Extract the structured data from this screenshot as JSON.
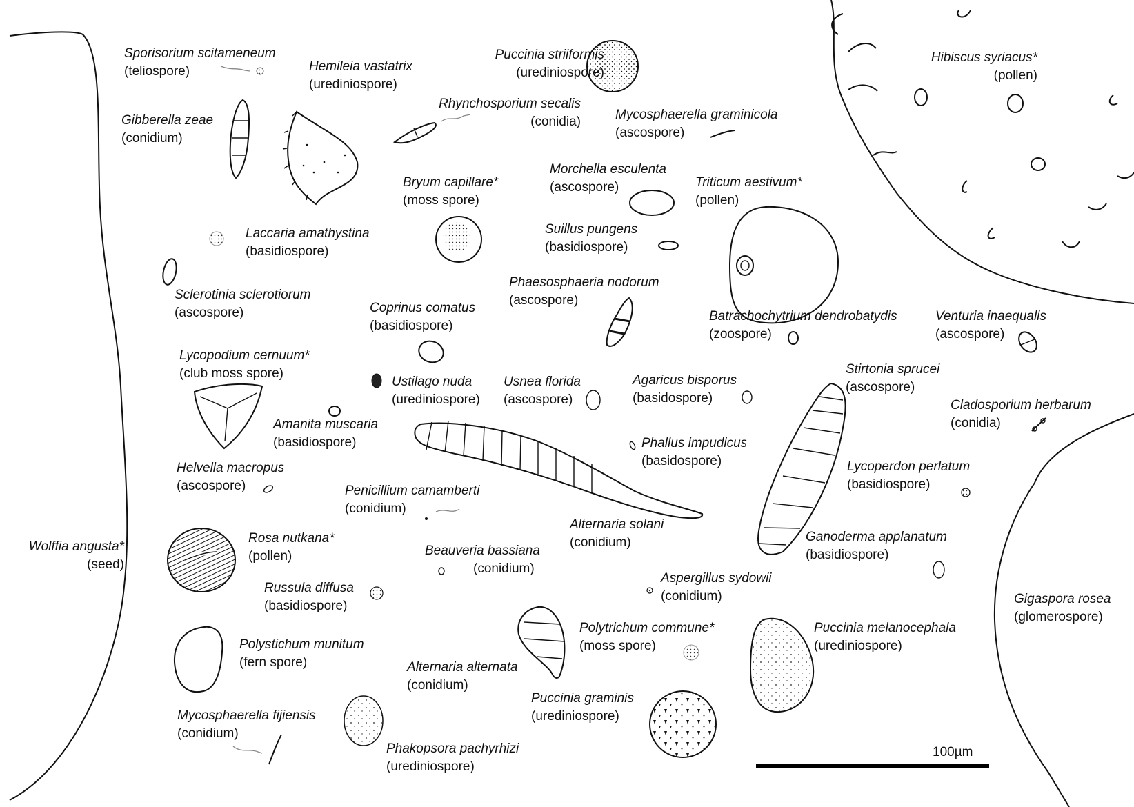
{
  "figure": {
    "scale_bar_label": "100µm"
  },
  "labels": [
    {
      "id": "sporisorium",
      "species": "Sporisorium scitameneum",
      "type": "(teliospore)"
    },
    {
      "id": "hemileia",
      "species": "Hemileia vastatrix",
      "type": "(urediniospore)"
    },
    {
      "id": "puccinia-striiformis",
      "species": "Puccinia striiformis",
      "type": "(urediniospore)"
    },
    {
      "id": "hibiscus",
      "species": "Hibiscus syriacus*",
      "type": "(pollen)"
    },
    {
      "id": "gibberella",
      "species": "Gibberella zeae",
      "type": "(conidium)"
    },
    {
      "id": "rhynchosporium",
      "species": "Rhynchosporium secalis",
      "type": "(conidia)"
    },
    {
      "id": "mycosphaerella-graminicola",
      "species": "Mycosphaerella graminicola",
      "type": "(ascospore)"
    },
    {
      "id": "bryum",
      "species": "Bryum capillare*",
      "type": "(moss spore)"
    },
    {
      "id": "morchella",
      "species": "Morchella esculenta",
      "type": "(ascospore)"
    },
    {
      "id": "triticum",
      "species": "Triticum aestivum*",
      "type": "(pollen)"
    },
    {
      "id": "laccaria",
      "species": "Laccaria amathystina",
      "type": "(basidiospore)"
    },
    {
      "id": "suillus",
      "species": "Suillus pungens",
      "type": "(basidiospore)"
    },
    {
      "id": "sclerotinia",
      "species": "Sclerotinia sclerotiorum",
      "type": "(ascospore)"
    },
    {
      "id": "phaesosphaeria",
      "species": "Phaesosphaeria nodorum",
      "type": "(ascospore)"
    },
    {
      "id": "coprinus",
      "species": "Coprinus comatus",
      "type": "(basidiospore)"
    },
    {
      "id": "batrachochytrium",
      "species": "Batrachochytrium dendrobatydis",
      "type": "(zoospore)"
    },
    {
      "id": "venturia",
      "species": "Venturia inaequalis",
      "type": "(ascospore)"
    },
    {
      "id": "lycopodium",
      "species": "Lycopodium cernuum*",
      "type": "(club moss spore)"
    },
    {
      "id": "ustilago",
      "species": "Ustilago nuda",
      "type": "(urediniospore)"
    },
    {
      "id": "usnea",
      "species": "Usnea florida",
      "type": "(ascospore)"
    },
    {
      "id": "agaricus",
      "species": "Agaricus bisporus",
      "type": "(basidospore)"
    },
    {
      "id": "stirtonia",
      "species": "Stirtonia sprucei",
      "type": "(ascospore)"
    },
    {
      "id": "cladosporium",
      "species": "Cladosporium herbarum",
      "type": "(conidia)"
    },
    {
      "id": "amanita",
      "species": "Amanita muscaria",
      "type": "(basidiospore)"
    },
    {
      "id": "phallus",
      "species": "Phallus impudicus",
      "type": "(basidospore)"
    },
    {
      "id": "helvella",
      "species": "Helvella macropus",
      "type": "(ascospore)"
    },
    {
      "id": "lycoperdon",
      "species": "Lycoperdon perlatum",
      "type": "(basidiospore)"
    },
    {
      "id": "penicillium",
      "species": "Penicillium camamberti",
      "type": "(conidium)"
    },
    {
      "id": "alternaria-solani",
      "species": "Alternaria solani",
      "type": "(conidium)"
    },
    {
      "id": "wolffia",
      "species": "Wolffia angusta*",
      "type": "(seed)"
    },
    {
      "id": "rosa",
      "species": "Rosa nutkana*",
      "type": "(pollen)"
    },
    {
      "id": "beauveria",
      "species": "Beauveria bassiana",
      "type": "(conidium)"
    },
    {
      "id": "ganoderma",
      "species": "Ganoderma applanatum",
      "type": "(basidiospore)"
    },
    {
      "id": "aspergillus",
      "species": "Aspergillus sydowii",
      "type": "(conidium)"
    },
    {
      "id": "russula",
      "species": "Russula diffusa",
      "type": "(basidiospore)"
    },
    {
      "id": "gigaspora",
      "species": "Gigaspora rosea",
      "type": "(glomerospore)"
    },
    {
      "id": "polytrichum",
      "species": "Polytrichum commune*",
      "type": "(moss spore)"
    },
    {
      "id": "puccinia-melanocephala",
      "species": "Puccinia melanocephala",
      "type": "(urediniospore)"
    },
    {
      "id": "polystichum",
      "species": "Polystichum munitum",
      "type": "(fern spore)"
    },
    {
      "id": "alternaria-alternata",
      "species": "Alternaria alternata",
      "type": "(conidium)"
    },
    {
      "id": "mycosphaerella-fijiensis",
      "species": "Mycosphaerella fijiensis",
      "type": "(conidium)"
    },
    {
      "id": "puccinia-graminis",
      "species": "Puccinia graminis",
      "type": "(urediniospore)"
    },
    {
      "id": "phakopsora",
      "species": "Phakopsora pachyrhizi",
      "type": "(urediniospore)"
    }
  ]
}
